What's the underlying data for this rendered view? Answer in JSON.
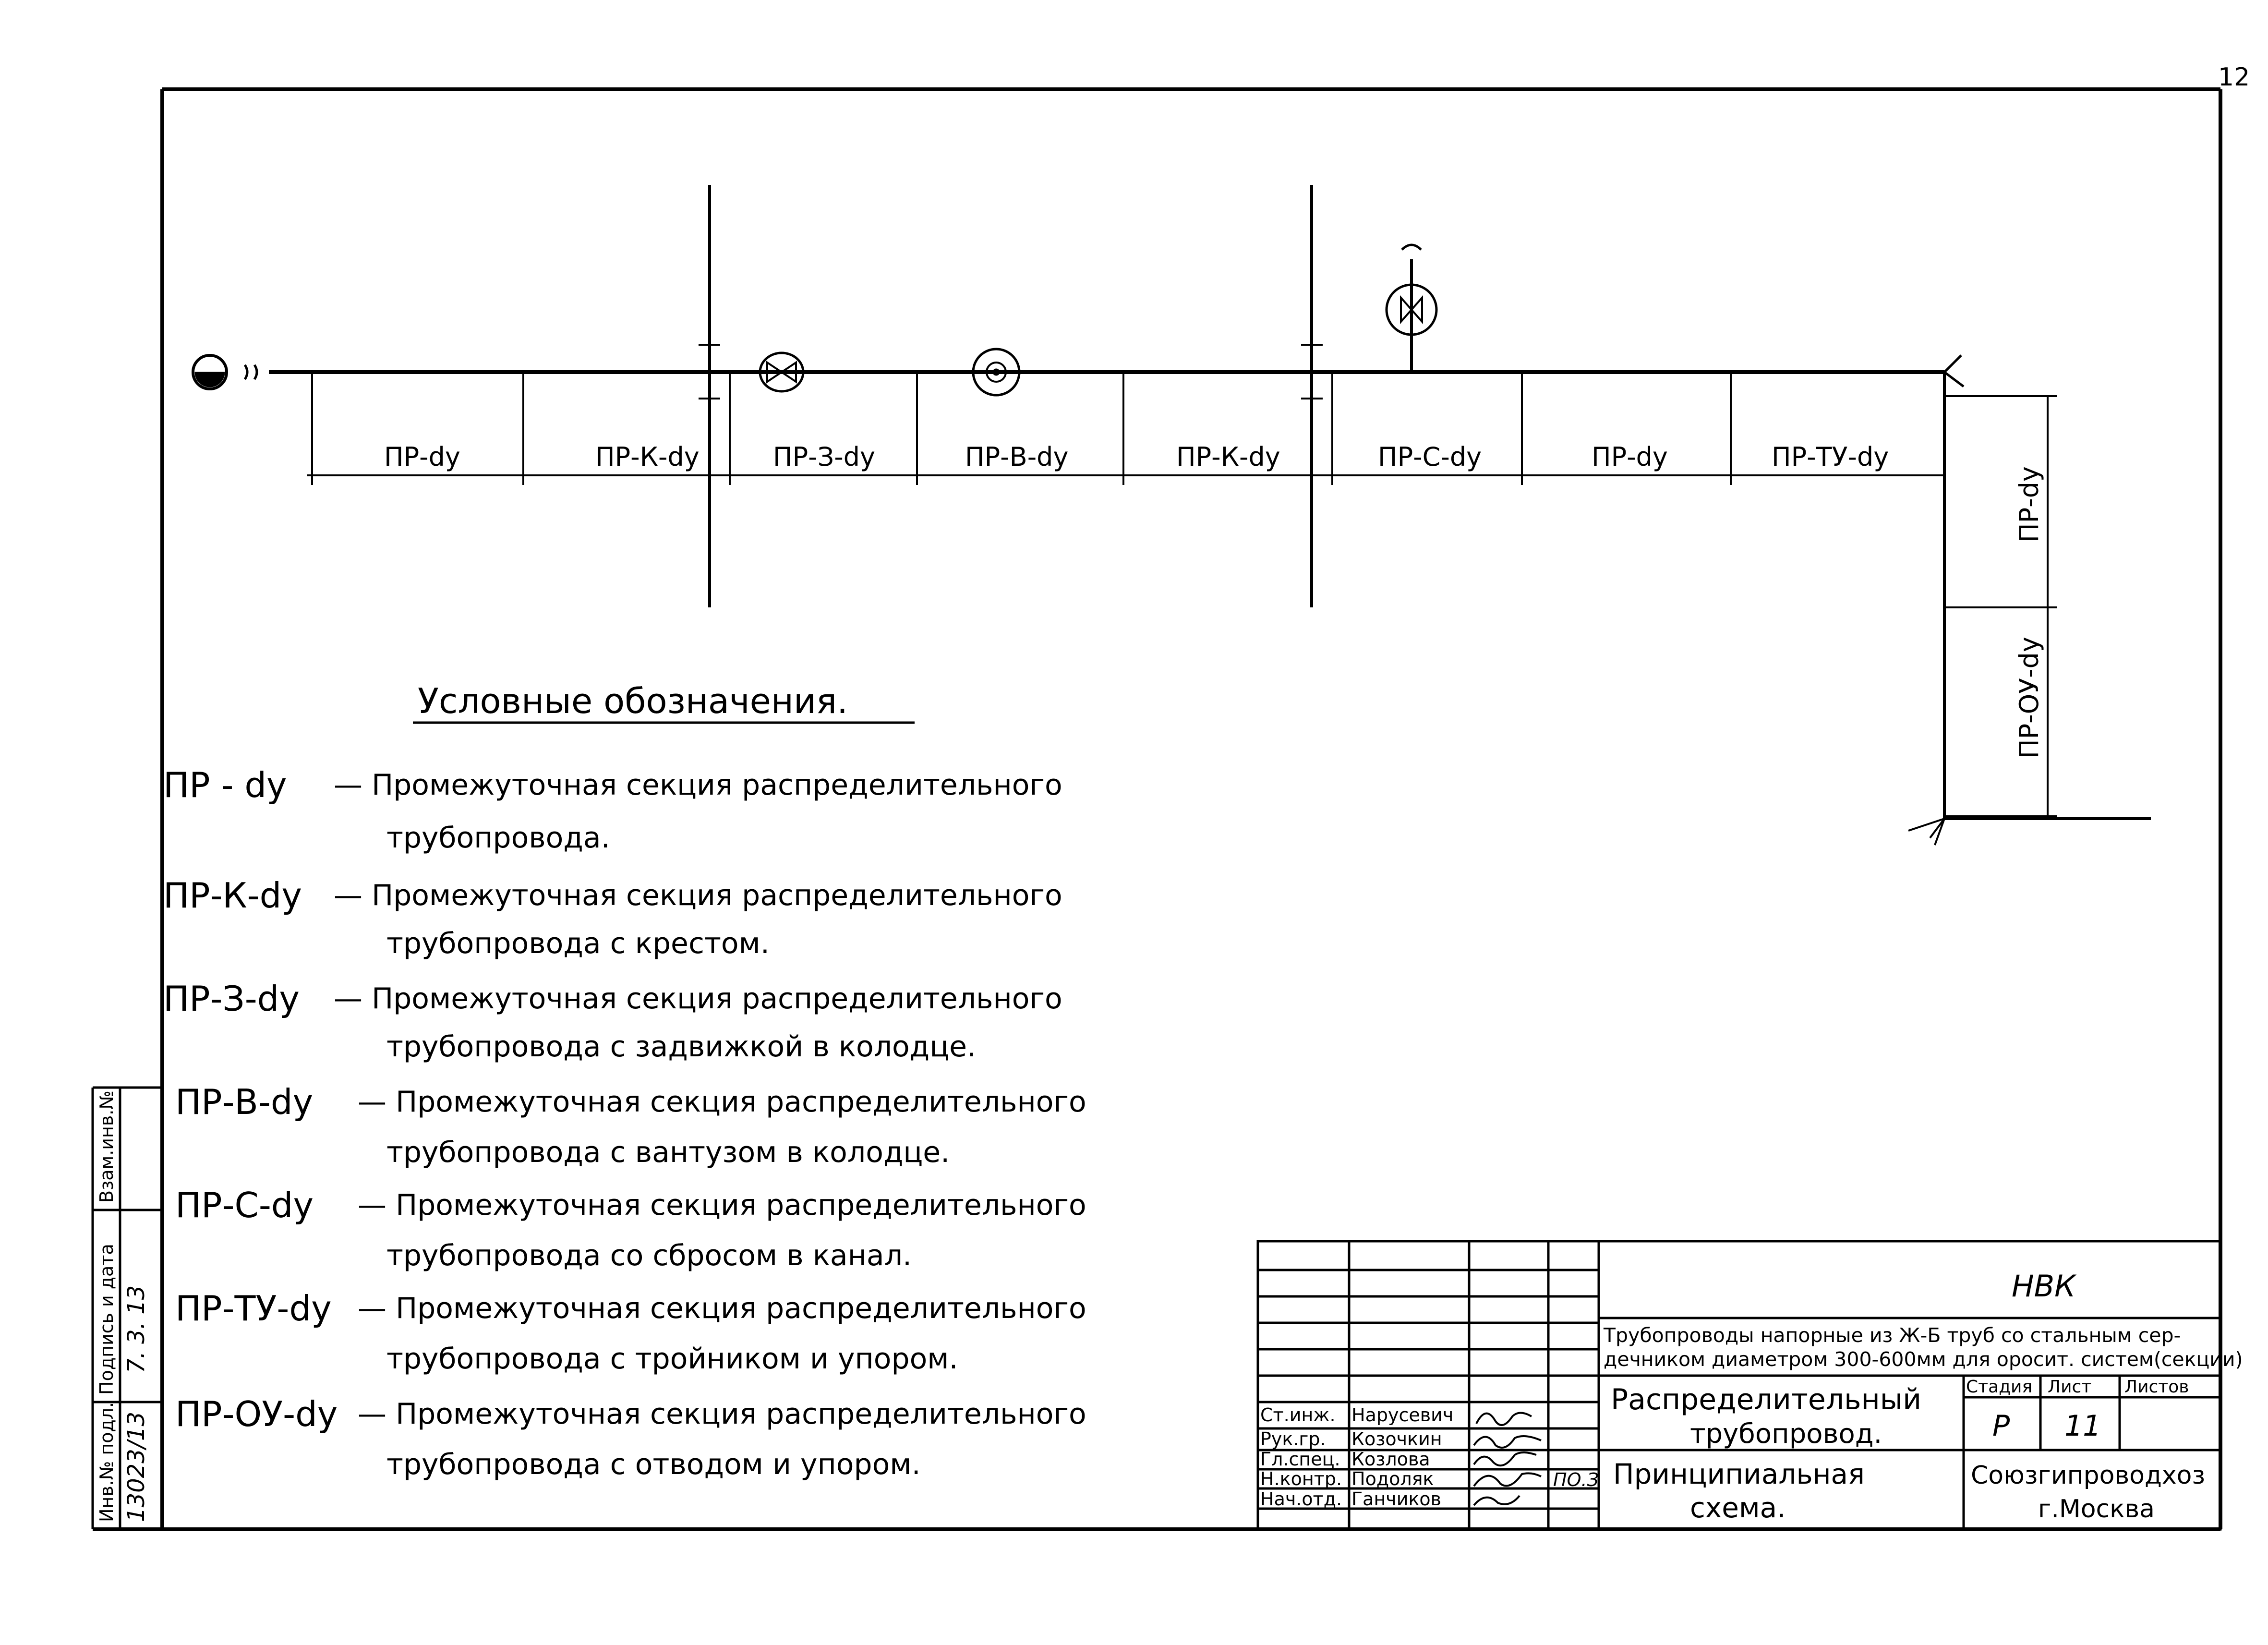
{
  "page_number": "12",
  "sections": [
    {
      "label": "ПР-dу"
    },
    {
      "label": "ПР-К-dу"
    },
    {
      "label": "ПР-З-dу"
    },
    {
      "label": "ПР-В-dу"
    },
    {
      "label": "ПР-К-dу"
    },
    {
      "label": "ПР-С-dу"
    },
    {
      "label": "ПР-dу"
    },
    {
      "label": "ПР-ТУ-dу"
    }
  ],
  "vertical_sections": [
    {
      "label": "ПР-dу"
    },
    {
      "label": "ПР-ОУ-dу"
    }
  ],
  "legend": {
    "title": "Условные обозначения.",
    "items": [
      {
        "code": "ПР - dу",
        "line1": "— Промежуточная секция распределительного",
        "line2": "трубопровода."
      },
      {
        "code": "ПР-К-dу",
        "line1": "— Промежуточная секция распределительного",
        "line2": "трубопровода с крестом."
      },
      {
        "code": "ПР-З-dу",
        "line1": "— Промежуточная секция распределительного",
        "line2": "трубопровода с задвижкой в колодце."
      },
      {
        "code": "ПР-В-dу",
        "line1": "— Промежуточная секция распределительного",
        "line2": "трубопровода с вантузом в колодце."
      },
      {
        "code": "ПР-С-dу",
        "line1": "— Промежуточная секция распределительного",
        "line2": "трубопровода со сбросом в канал."
      },
      {
        "code": "ПР-ТУ-dу",
        "line1": "— Промежуточная секция распределительного",
        "line2": "трубопровода с тройником и упором."
      },
      {
        "code": "ПР-ОУ-dу",
        "line1": "— Промежуточная секция распределительного",
        "line2": "трубопровода с отводом и упором."
      }
    ]
  },
  "side_stamp": {
    "inv_label": "Инв.№ подл.",
    "inv_value": "13023/13",
    "sign_label": "Подпись и дата",
    "sign_value": "7. 3. 13",
    "replace_label": "Взам.инв.№"
  },
  "title_block": {
    "code": "НВК",
    "project_line1": "Трубопроводы напорные из Ж-Б труб со стальным сер-",
    "project_line2": "дечником диаметром 300-600мм для оросит. систем(секции)",
    "sheet_name_line1": "Распределительный",
    "sheet_name_line2": "трубопровод.",
    "drawing_line1": "Принципиальная",
    "drawing_line2": "схема.",
    "stage_header": "Стадия",
    "sheet_header": "Лист",
    "sheets_header": "Листов",
    "stage_value": "Р",
    "sheet_value": "11",
    "sheets_value": "",
    "organization": "Союзгипроводхоз",
    "city": "г.Москва",
    "date": "ПО.З",
    "staff": [
      {
        "role": "Ст.инж.",
        "name": "Нарусевич"
      },
      {
        "role": "Рук.гр.",
        "name": "Козочкин"
      },
      {
        "role": "Гл.спец.",
        "name": "Козлова"
      },
      {
        "role": "Н.контр.",
        "name": "Подоляк"
      },
      {
        "role": "Нач.отд.",
        "name": "Ганчиков"
      }
    ]
  }
}
